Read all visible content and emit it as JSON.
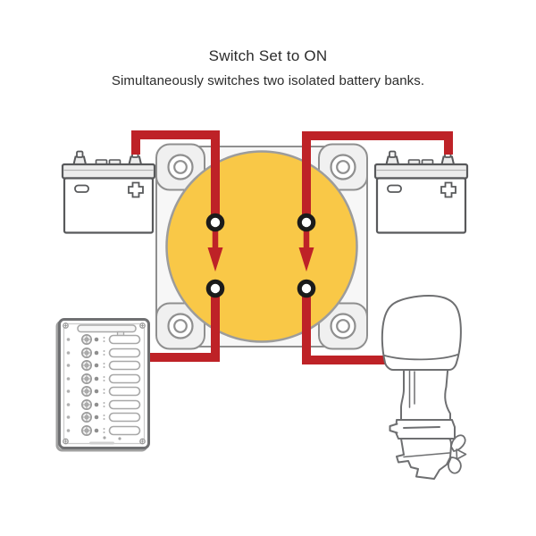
{
  "header": {
    "title": "Switch Set to ON",
    "subtitle": "Simultaneously switches two isolated battery banks."
  },
  "colors": {
    "cable_red": "#BE2227",
    "switch_knob_yellow": "#F9C847",
    "terminal_black": "#1B1B1B",
    "outline_gray": "#77787B",
    "text": "#2B2B2B",
    "background": "#FFFFFF"
  },
  "components": {
    "switch_state": "ON",
    "battery_left": "battery-bank-1",
    "battery_right": "battery-bank-2",
    "switch": "dual-circuit-battery-switch",
    "panel": "dc-breaker-switch-panel",
    "panel_breaker_rows": 8,
    "motor": "outboard-engine",
    "flow_arrows": "current-flow-downward"
  }
}
